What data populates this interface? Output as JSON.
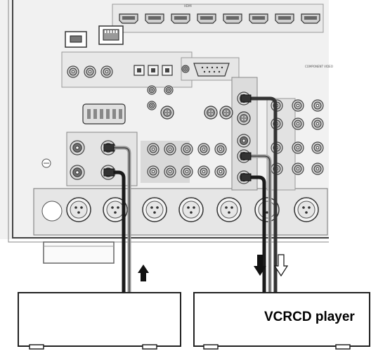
{
  "device_right_label": "VCRCD player",
  "panel_section_labels": [
    "HDMI",
    "COMPONENT VIDEO"
  ],
  "colors": {
    "panel_fill": "#ececec",
    "panel_line": "#555555",
    "jack_dark": "#6e6e6e",
    "jack_light": "#d8d8d8",
    "cable_black": "#1a1a1a",
    "cable_white": "#9a9a9a",
    "device_fill": "#ffffff"
  },
  "icons": [
    "usb-port-icon",
    "ethernet-port-icon",
    "hdmi-port-icon",
    "rca-jack-icon",
    "xlr-jack-icon",
    "s-video-jack-icon",
    "signal-arrow-up-icon",
    "signal-arrow-down-icon",
    "hollow-arrow-down-icon"
  ]
}
